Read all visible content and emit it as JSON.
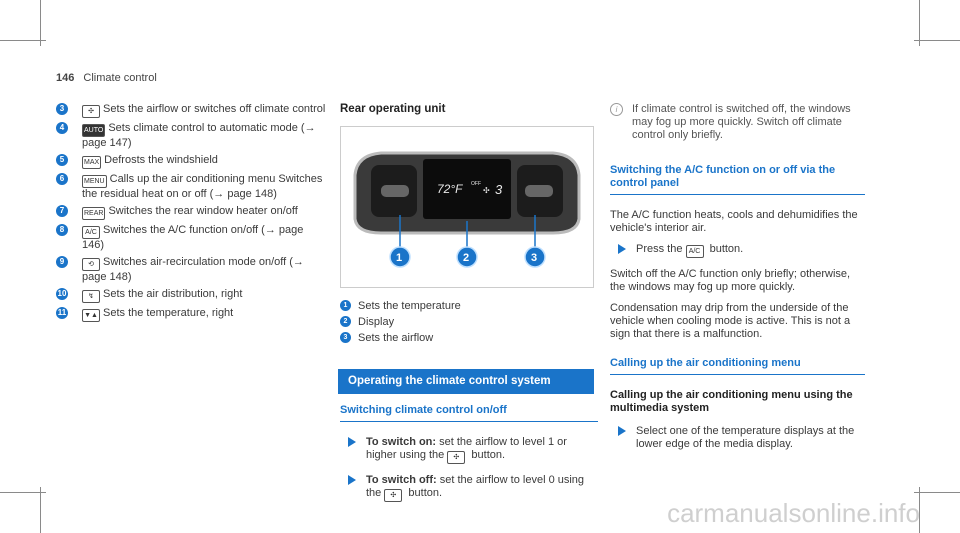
{
  "header": {
    "page_number": "146",
    "section": "Climate control"
  },
  "col1": {
    "items": [
      {
        "num": "3",
        "icon": "fan",
        "text": "Sets the airflow or switches off climate control"
      },
      {
        "num": "4",
        "icon": "AUTO",
        "text": "Sets climate control to automatic mode (→ page 147)"
      },
      {
        "num": "5",
        "icon": "MAX",
        "text": "Defrosts the windshield"
      },
      {
        "num": "6",
        "icon": "MENU",
        "text": "Calls up the air conditioning menu Switches the residual heat on or off (→ page 148)"
      },
      {
        "num": "7",
        "icon": "REAR",
        "text": "Switches the rear window heater on/off"
      },
      {
        "num": "8",
        "icon": "A/C",
        "text": "Switches the A/C function on/off (→ page 146)"
      },
      {
        "num": "9",
        "icon": "recirc",
        "text": "Switches air-recirculation mode on/off (→ page 148)"
      },
      {
        "num": "10",
        "icon": "dist",
        "text": "Sets the air distribution, right"
      },
      {
        "num": "11",
        "icon": "▼▲",
        "text": "Sets the temperature, right"
      }
    ]
  },
  "col2": {
    "title": "Rear operating unit",
    "display": {
      "temp": "72°F",
      "off": "OFF",
      "fan_level": "3"
    },
    "legend": [
      {
        "num": "1",
        "text": "Sets the temperature"
      },
      {
        "num": "2",
        "text": "Display"
      },
      {
        "num": "3",
        "text": "Sets the airflow"
      }
    ],
    "section_title": "Operating the climate control system",
    "subsection_title": "Switching climate control on/off",
    "steps": [
      {
        "bold": "To switch on:",
        "text": " set the airflow to level 1 or higher using the ",
        "icon": "fan",
        "tail": " button."
      },
      {
        "bold": "To switch off:",
        "text": " set the airflow to level 0 using the ",
        "icon": "fan",
        "tail": " button."
      }
    ]
  },
  "col3": {
    "note": "If climate control is switched off, the windows may fog up more quickly. Switch off climate control only briefly.",
    "sub1_title": "Switching the A/C function on or off via the control panel",
    "p1": "The A/C function heats, cools and dehumidifies the vehicle's interior air.",
    "step_pre": "Press the ",
    "step_icon": "A/C",
    "step_post": " button.",
    "p2": "Switch off the A/C function only briefly; otherwise, the windows may fog up more quickly.",
    "p3": "Condensation may drip from the underside of the vehicle when cooling mode is active. This is not a sign that there is a malfunction.",
    "sub2_title": "Calling up the air conditioning menu",
    "sub3_title": "Calling up the air conditioning menu using the multimedia system",
    "step2": "Select one of the temperature displays at the lower edge of the media display."
  },
  "watermark": "carmanualsonline.info",
  "colors": {
    "accent": "#1a74c9"
  }
}
